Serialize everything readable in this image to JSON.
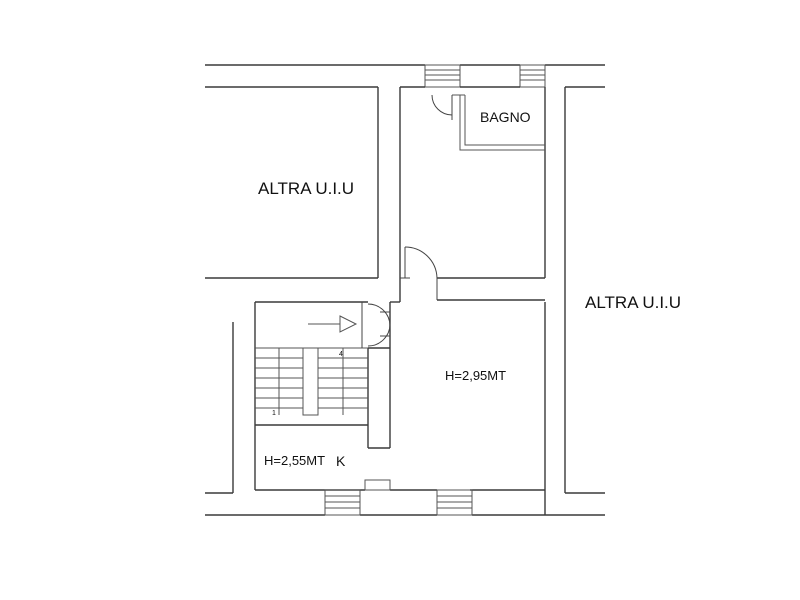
{
  "labels": {
    "left_unit": "ALTRA U.I.U",
    "right_unit": "ALTRA U.I.U",
    "bathroom": "BAGNO",
    "main_room_height": "H=2,95MT",
    "kitchen_height": "H=2,55MT",
    "kitchen": "K",
    "stair_top_number": "4",
    "stair_bottom_number": "1"
  },
  "colors": {
    "wall": "#3a3a3a",
    "background": "#ffffff"
  }
}
